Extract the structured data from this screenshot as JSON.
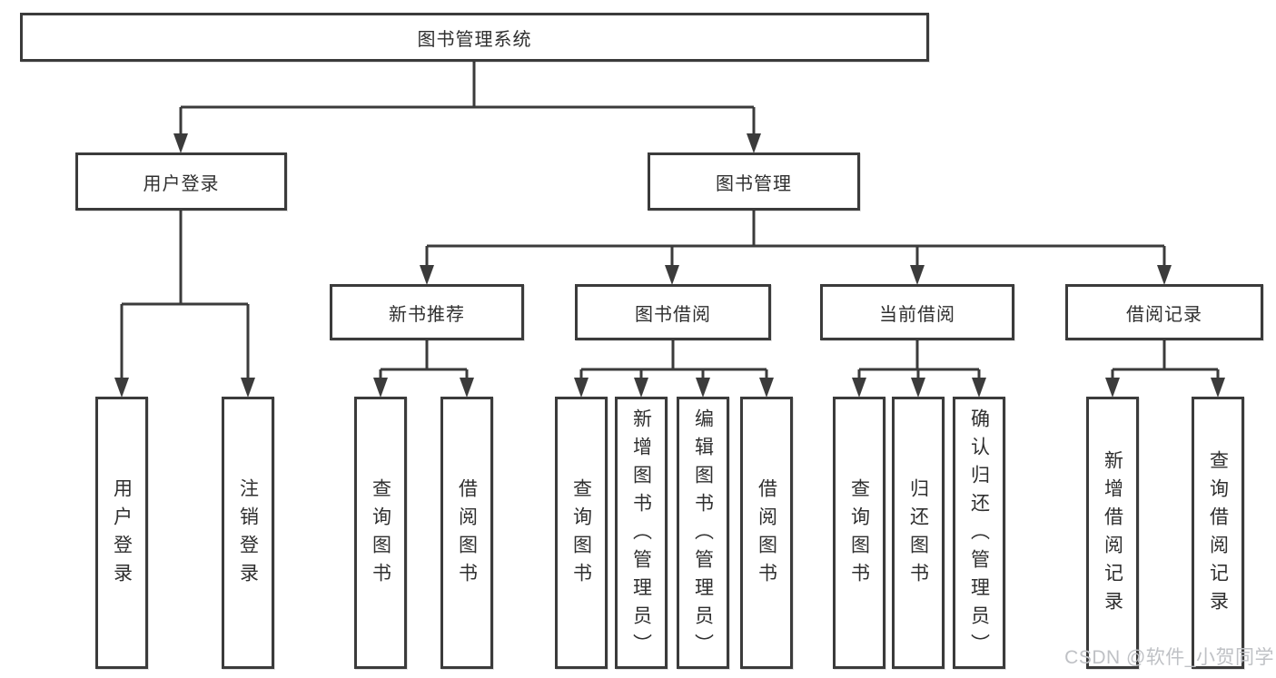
{
  "tree": {
    "root": {
      "label": "图书管理系统",
      "children": [
        {
          "label": "用户登录",
          "children": [
            {
              "label": "用户登录"
            },
            {
              "label": "注销登录"
            }
          ]
        },
        {
          "label": "图书管理",
          "children": [
            {
              "label": "新书推荐",
              "children": [
                {
                  "label": "查询图书"
                },
                {
                  "label": "借阅图书"
                }
              ]
            },
            {
              "label": "图书借阅",
              "children": [
                {
                  "label": "查询图书"
                },
                {
                  "label": "新增图书（管理员）"
                },
                {
                  "label": "编辑图书（管理员）"
                },
                {
                  "label": "借阅图书"
                }
              ]
            },
            {
              "label": "当前借阅",
              "children": [
                {
                  "label": "查询图书"
                },
                {
                  "label": "归还图书"
                },
                {
                  "label": "确认归还（管理员）"
                }
              ]
            },
            {
              "label": "借阅记录",
              "children": [
                {
                  "label": "新增借阅记录"
                },
                {
                  "label": "查询借阅记录"
                }
              ]
            }
          ]
        }
      ]
    }
  },
  "watermark": {
    "text": "CSDN @软件_小贺同学"
  },
  "colors": {
    "line": "#3b3b3b",
    "box_border": "#3b3b3b",
    "text": "#2f2f2f",
    "watermark": "#bfc1c5",
    "background": "#ffffff"
  }
}
